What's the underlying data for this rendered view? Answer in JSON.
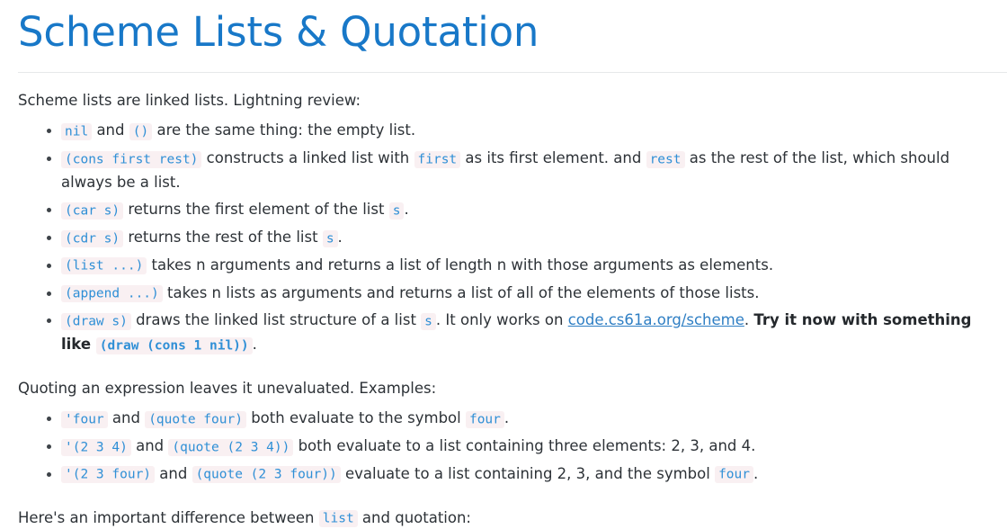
{
  "page": {
    "title": "Scheme Lists & Quotation",
    "accent_color": "#1878c8",
    "text_color": "#2d3237",
    "code_color": "#2f8fd6",
    "code_bg": "#f9f0f2",
    "link_color": "#2f7fc4",
    "rule_color": "#e6e8ea"
  },
  "intro": {
    "text": "Scheme lists are linked lists. Lightning review:"
  },
  "review_list": [
    {
      "id": "nil-empty-list",
      "parts": [
        {
          "t": "code",
          "v": "nil"
        },
        {
          "t": "text",
          "v": " and "
        },
        {
          "t": "code",
          "v": "()"
        },
        {
          "t": "text",
          "v": " are the same thing: the empty list."
        }
      ]
    },
    {
      "id": "cons",
      "parts": [
        {
          "t": "code",
          "v": "(cons first rest)"
        },
        {
          "t": "text",
          "v": " constructs a linked list with "
        },
        {
          "t": "code",
          "v": "first"
        },
        {
          "t": "text",
          "v": " as its first element. and "
        },
        {
          "t": "code",
          "v": "rest"
        },
        {
          "t": "text",
          "v": " as the rest of the list, which should always be a list."
        }
      ]
    },
    {
      "id": "car",
      "parts": [
        {
          "t": "code",
          "v": "(car s)"
        },
        {
          "t": "text",
          "v": " returns the first element of the list "
        },
        {
          "t": "code",
          "v": "s"
        },
        {
          "t": "text",
          "v": "."
        }
      ]
    },
    {
      "id": "cdr",
      "parts": [
        {
          "t": "code",
          "v": "(cdr s)"
        },
        {
          "t": "text",
          "v": " returns the rest of the list "
        },
        {
          "t": "code",
          "v": "s"
        },
        {
          "t": "text",
          "v": "."
        }
      ]
    },
    {
      "id": "list",
      "parts": [
        {
          "t": "code",
          "v": "(list ...)"
        },
        {
          "t": "text",
          "v": " takes n arguments and returns a list of length n with those arguments as elements."
        }
      ]
    },
    {
      "id": "append",
      "parts": [
        {
          "t": "code",
          "v": "(append ...)"
        },
        {
          "t": "text",
          "v": " takes n lists as arguments and returns a list of all of the elements of those lists."
        }
      ]
    },
    {
      "id": "draw",
      "parts": [
        {
          "t": "code",
          "v": "(draw s)"
        },
        {
          "t": "text",
          "v": " draws the linked list structure of a list "
        },
        {
          "t": "code",
          "v": "s"
        },
        {
          "t": "text",
          "v": ". It only works on "
        },
        {
          "t": "link",
          "v": "code.cs61a.org/scheme"
        },
        {
          "t": "text",
          "v": ". "
        },
        {
          "t": "bold",
          "v": "Try it now with something like "
        },
        {
          "t": "boldcode",
          "v": "(draw (cons 1 nil))"
        },
        {
          "t": "text",
          "v": "."
        }
      ]
    }
  ],
  "quoting": {
    "text": "Quoting an expression leaves it unevaluated. Examples:"
  },
  "quote_list": [
    {
      "id": "quote-four",
      "parts": [
        {
          "t": "code",
          "v": "'four"
        },
        {
          "t": "text",
          "v": " and "
        },
        {
          "t": "code",
          "v": "(quote four)"
        },
        {
          "t": "text",
          "v": " both evaluate to the symbol "
        },
        {
          "t": "code",
          "v": "four"
        },
        {
          "t": "text",
          "v": "."
        }
      ]
    },
    {
      "id": "quote-234",
      "parts": [
        {
          "t": "code",
          "v": "'(2 3 4)"
        },
        {
          "t": "text",
          "v": " and "
        },
        {
          "t": "code",
          "v": "(quote (2 3 4))"
        },
        {
          "t": "text",
          "v": " both evaluate to a list containing three elements: 2, 3, and 4."
        }
      ]
    },
    {
      "id": "quote-23four",
      "parts": [
        {
          "t": "code",
          "v": "'(2 3 four)"
        },
        {
          "t": "text",
          "v": " and "
        },
        {
          "t": "code",
          "v": "(quote (2 3 four))"
        },
        {
          "t": "text",
          "v": " evaluate to a list containing 2, 3, and the symbol "
        },
        {
          "t": "code",
          "v": "four"
        },
        {
          "t": "text",
          "v": "."
        }
      ]
    }
  ],
  "closing": {
    "parts": [
      {
        "t": "text",
        "v": "Here's an important difference between "
      },
      {
        "t": "code",
        "v": "list"
      },
      {
        "t": "text",
        "v": " and quotation:"
      }
    ]
  }
}
